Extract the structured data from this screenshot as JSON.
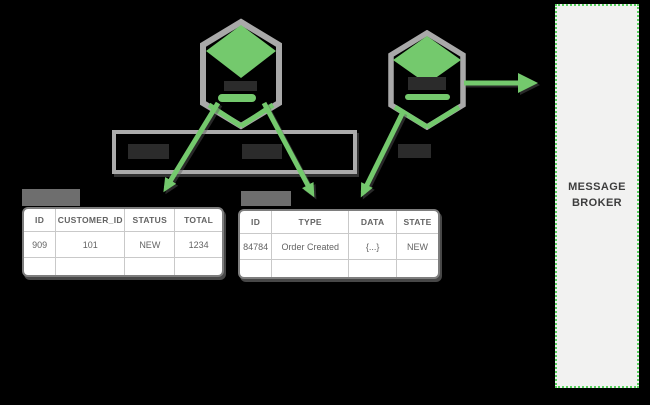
{
  "diagram": {
    "background_color": "#000000",
    "accent_green": "#74c96d",
    "dot_green": "#57d05e",
    "outline_gray": "#ababab",
    "block_dark": "#2b2b2b",
    "tab_gray": "#6e6e6e"
  },
  "icons": {
    "left_service": "hexagon-service-icon",
    "right_service": "hexagon-service-icon"
  },
  "order_table": {
    "headers": [
      "ID",
      "CUSTOMER_ID",
      "STATUS",
      "TOTAL"
    ],
    "rows": [
      [
        "909",
        "101",
        "NEW",
        "1234"
      ],
      [
        "",
        "",
        "",
        ""
      ]
    ]
  },
  "outbox_table": {
    "headers": [
      "ID",
      "TYPE",
      "DATA",
      "STATE"
    ],
    "rows": [
      [
        "84784",
        "Order Created",
        "{...}",
        "NEW"
      ],
      [
        "",
        "",
        "",
        ""
      ]
    ]
  },
  "broker": {
    "label_line1": "MESSAGE",
    "label_line2": "BROKER"
  }
}
